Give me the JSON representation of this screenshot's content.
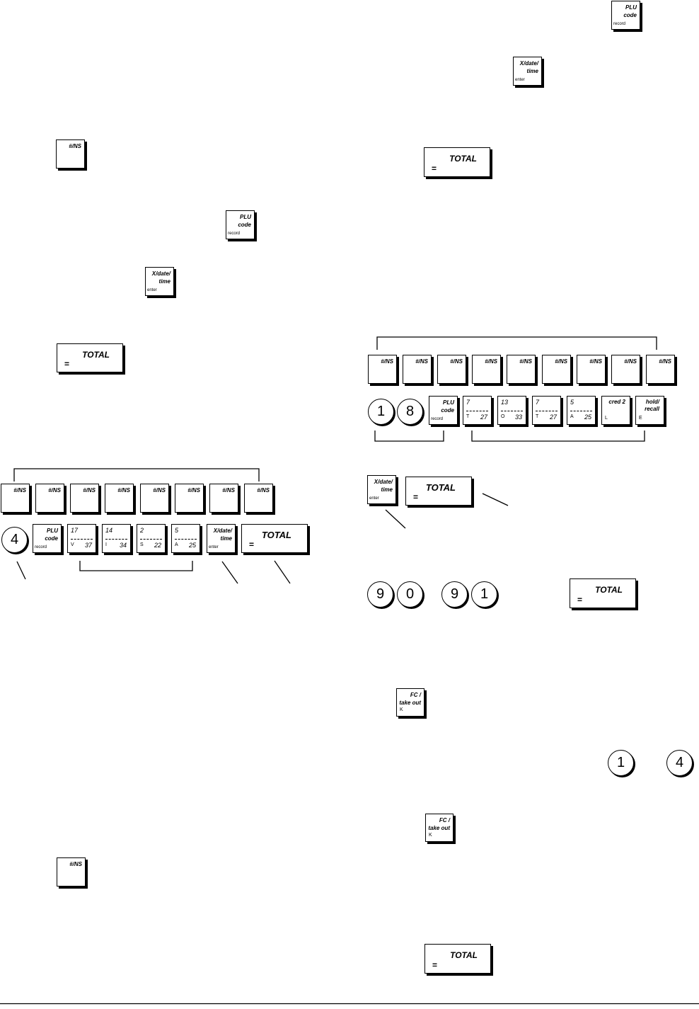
{
  "keys": {
    "ns": "#/NS",
    "plu_code": "PLU\ncode",
    "record": "record",
    "xdatetime": "X/date/\ntime",
    "enter": "enter",
    "total": "TOTAL",
    "equals": "=",
    "fc_takeout": "FC /\ntake out",
    "fc_k": "K",
    "cred2": "cred 2",
    "hold_recall": "hold/\nrecall"
  },
  "left_sequence": {
    "digit": "4",
    "depts": [
      {
        "top": "17",
        "letter": "V",
        "num": "37"
      },
      {
        "top": "14",
        "letter": "I",
        "num": "34"
      },
      {
        "top": "2",
        "letter": "S",
        "num": "22"
      },
      {
        "top": "5",
        "letter": "A",
        "num": "25"
      }
    ]
  },
  "right_sequence": {
    "digits": [
      "1",
      "8"
    ],
    "depts": [
      {
        "top": "7",
        "letter": "T",
        "num": "27"
      },
      {
        "top": "13",
        "letter": "O",
        "num": "33"
      },
      {
        "top": "7",
        "letter": "T",
        "num": "27"
      },
      {
        "top": "5",
        "letter": "A",
        "num": "25"
      }
    ],
    "cred_letter": "L",
    "hold_letter": "E"
  },
  "lower_digits": {
    "pair_a": [
      "9",
      "0"
    ],
    "pair_b": [
      "9",
      "1"
    ],
    "single_a": "1",
    "single_b": "4"
  }
}
